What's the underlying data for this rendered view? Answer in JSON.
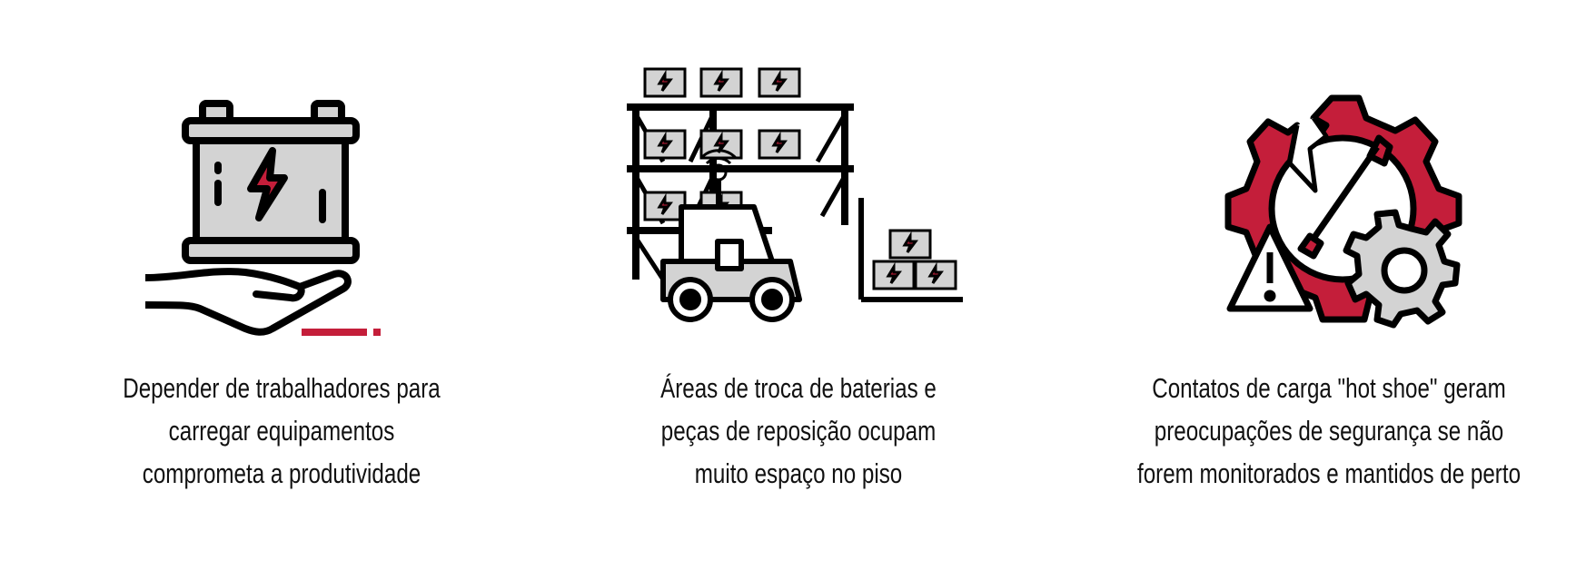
{
  "colors": {
    "accent": "#c41e3a",
    "battery_fill": "#d3d3d3",
    "stroke": "#000000"
  },
  "columns": [
    {
      "icon": "battery-in-hand-icon",
      "lines": [
        "Depender de trabalhadores para",
        "carregar equipamentos",
        "comprometa a produtividade"
      ]
    },
    {
      "icon": "battery-rack-forklift-icon",
      "lines": [
        "Áreas de troca de baterias e",
        "peças de reposição ocupam",
        "muito espaço no piso"
      ]
    },
    {
      "icon": "broken-gear-warning-icon",
      "lines": [
        "Contatos de carga \"hot shoe\" geram",
        "preocupações de segurança se não",
        "forem monitorados e mantidos de perto"
      ]
    }
  ]
}
